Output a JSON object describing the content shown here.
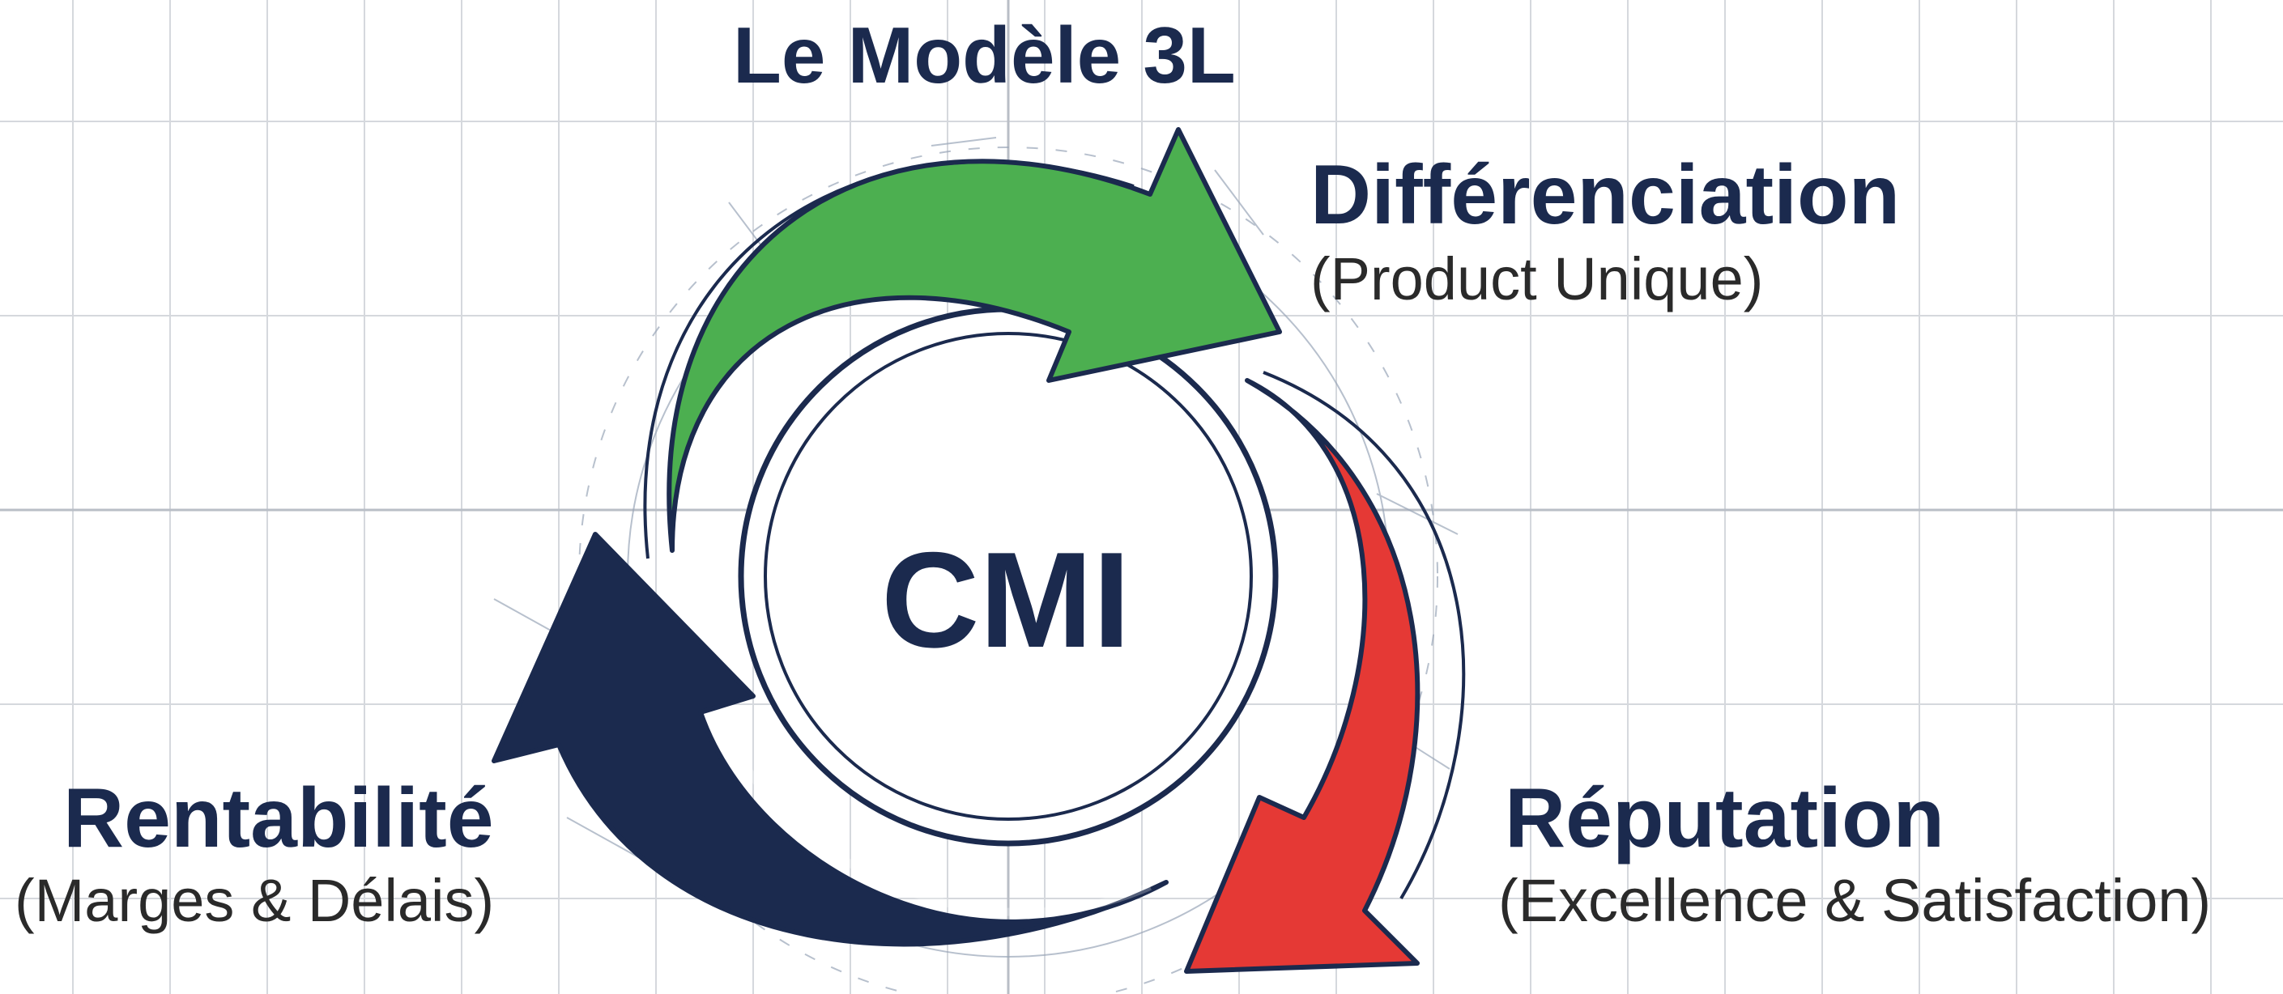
{
  "title": "Le Modèle 3L",
  "center_label": "CMI",
  "pillars": [
    {
      "heading": "Différenciation",
      "subtitle": "(Product Unique)",
      "color": "#4caf50"
    },
    {
      "heading": "Réputation",
      "subtitle": "(Excellence & Satisfaction)",
      "color": "#e53935"
    },
    {
      "heading": "Rentabilité",
      "subtitle": "(Marges & Délais)",
      "color": "#1b2a4e"
    }
  ],
  "colors": {
    "ink": "#1b2a4e",
    "grid": "#c9cdd3",
    "background": "#ffffff"
  }
}
